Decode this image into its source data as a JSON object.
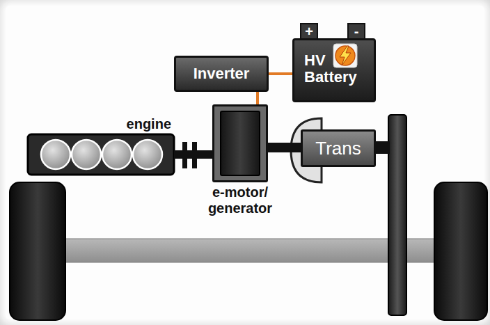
{
  "diagram": {
    "nodes": [
      {
        "text": [
          "Inverter"
        ]
      },
      {
        "text": [
          "HV Battery"
        ]
      },
      {
        "text": [
          "engine"
        ]
      },
      {
        "text": [
          "e-motor/ generator"
        ]
      },
      {
        "text": [
          "Trans"
        ]
      }
    ],
    "edges": [
      {
        "from": 0,
        "to": 1,
        "arrow": "none"
      },
      {
        "from": 0,
        "to": 3,
        "arrow": "none"
      },
      {
        "from": 2,
        "to": 3,
        "arrow": "none"
      },
      {
        "from": 3,
        "to": 4,
        "arrow": "none"
      }
    ],
    "labels": [
      "+",
      "-"
    ]
  }
}
